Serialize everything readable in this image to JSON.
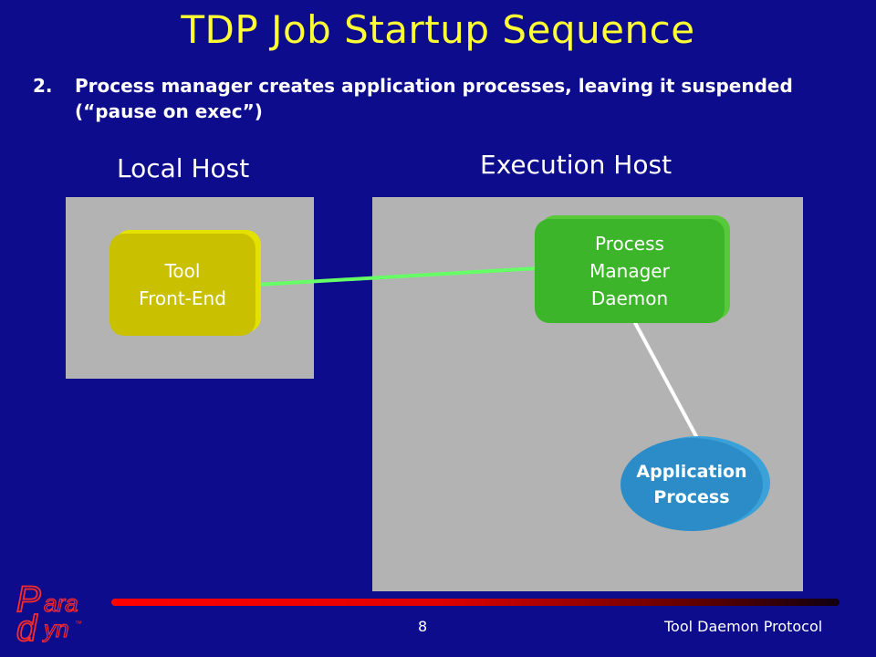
{
  "slide": {
    "title": "TDP Job Startup Sequence",
    "bullet_number": "2.",
    "bullet_text": "Process manager creates application processes, leaving it suspended (“pause on exec”)"
  },
  "diagram": {
    "local_host_label": "Local Host",
    "execution_host_label": "Execution Host",
    "tool_frontend": [
      "Tool",
      "Front-End"
    ],
    "process_manager": [
      "Process",
      "Manager",
      "Daemon"
    ],
    "application_process": [
      "Application",
      "Process"
    ]
  },
  "footer": {
    "page_number": "8",
    "title": "Tool Daemon Protocol",
    "logo_top": "P",
    "logo_top_rest": "ara",
    "logo_bottom": "d",
    "logo_bottom_rest": "yn",
    "logo_tm": "™"
  }
}
